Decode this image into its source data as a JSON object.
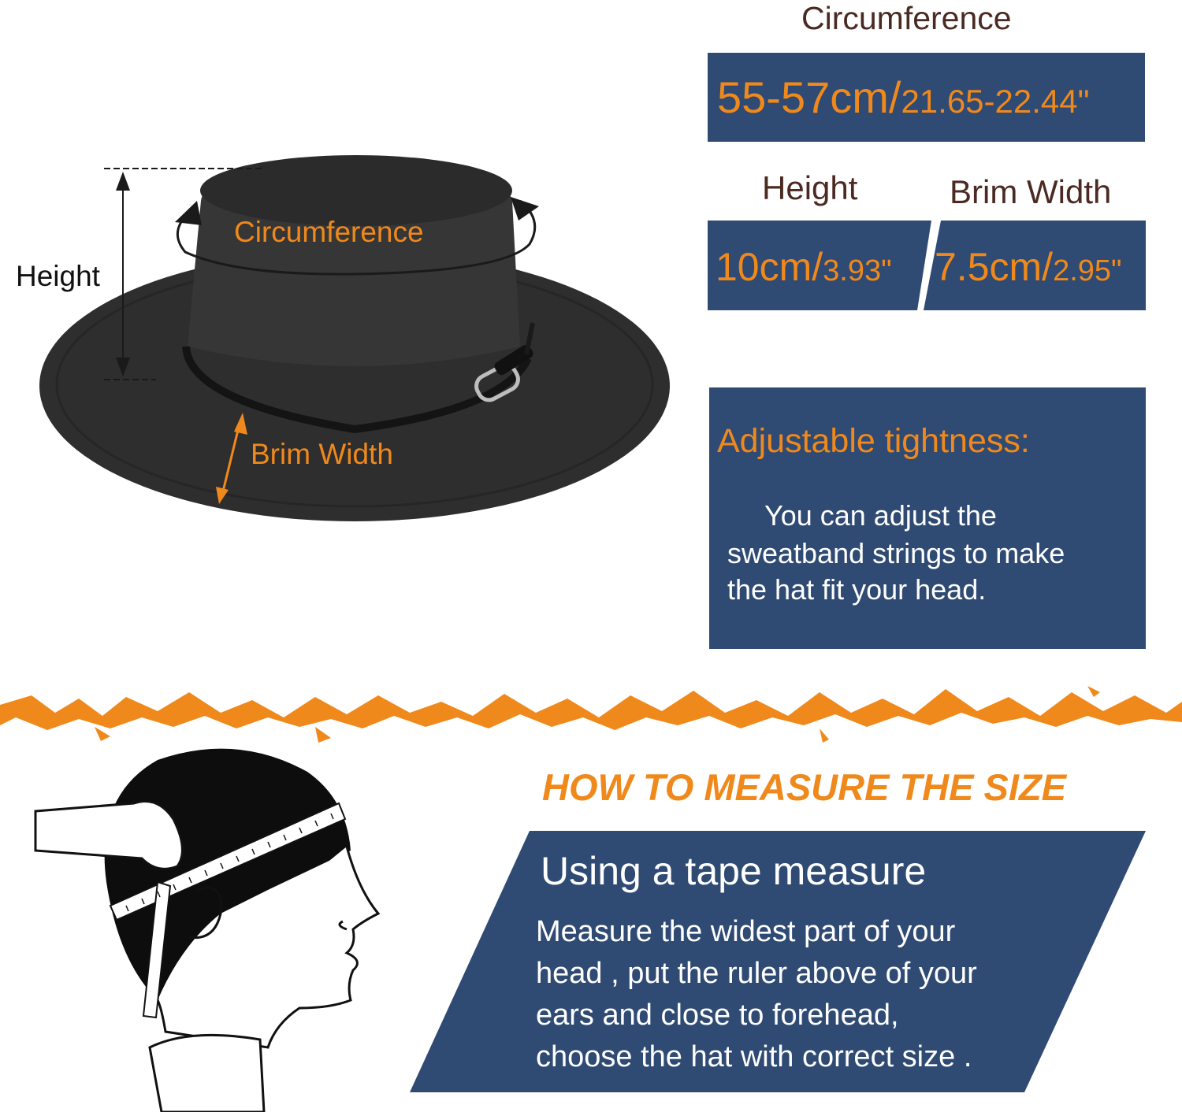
{
  "hat_diagram": {
    "height_label": "Height",
    "circumference_label": "Circumference",
    "brim_width_label": "Brim Width"
  },
  "specs": {
    "circumference_title": "Circumference",
    "circumference_metric": "55-57cm/",
    "circumference_imperial": "21.65-22.44\"",
    "height_title": "Height",
    "height_metric": "10cm/",
    "height_imperial": "3.93\"",
    "brim_title": "Brim Width",
    "brim_metric": "7.5cm/",
    "brim_imperial": "2.95\""
  },
  "adjustable": {
    "title": "Adjustable tightness:",
    "line1": "You can adjust the",
    "line2": "sweatband strings to make",
    "line3": "the hat fit your head."
  },
  "measure": {
    "heading": "HOW TO MEASURE THE SIZE",
    "subtitle": "Using a tape measure",
    "line1": "Measure the widest part of your",
    "line2": "head , put the ruler above of your",
    "line3": "ears and close to forehead,",
    "line4": "choose the hat with correct size ."
  },
  "colors": {
    "panel": "#2f4a73",
    "accent": "#f0891c",
    "heading": "#4a2a22",
    "hat": "#2c2c2c"
  }
}
